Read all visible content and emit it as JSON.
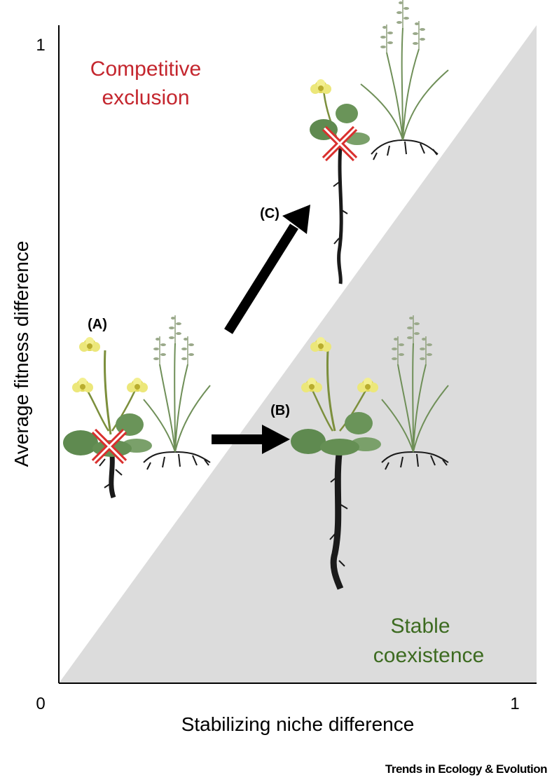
{
  "axes": {
    "y_label": "Average fitness difference",
    "x_label": "Stabilizing niche difference",
    "y_tick_top": "1",
    "origin": "0",
    "x_tick_right": "1"
  },
  "regions": {
    "exclusion_line1": "Competitive",
    "exclusion_line2": "exclusion",
    "coexistence_line1": "Stable",
    "coexistence_line2": "coexistence"
  },
  "scenarios": {
    "a": "(A)",
    "b": "(B)",
    "c": "(C)"
  },
  "credit": "Trends in Ecology & Evolution",
  "colors": {
    "exclusion_text": "#c4262e",
    "coexistence_text": "#3d6b21",
    "coexistence_region": "#dcdcdc",
    "arrow": "#000000",
    "cross": "#d9302e"
  }
}
